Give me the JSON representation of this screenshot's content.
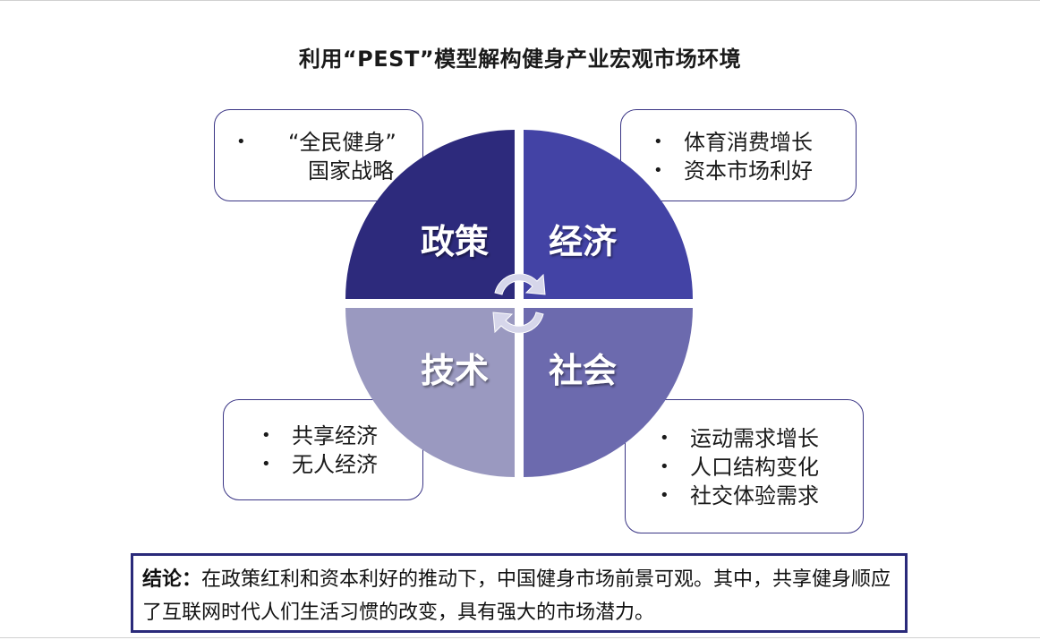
{
  "title": "利用“PEST”模型解构健身产业宏观市场环境",
  "quadrants": {
    "policy": {
      "label": "政策",
      "color": "#2d2a7c"
    },
    "economy": {
      "label": "经济",
      "color": "#4343a5"
    },
    "technology": {
      "label": "技术",
      "color": "#9a99c0"
    },
    "society": {
      "label": "社会",
      "color": "#6c6aae"
    }
  },
  "notes": {
    "policy": {
      "line1": "“全民健身”",
      "line2": "国家战略"
    },
    "economy": [
      "体育消费增长",
      "资本市场利好"
    ],
    "technology": [
      "共享经济",
      "无人经济"
    ],
    "society": [
      "运动需求增长",
      "人口结构变化",
      "社交体验需求"
    ]
  },
  "bullet": "•",
  "conclusion": {
    "label": "结论：",
    "text": "在政策红利和资本利好的推动下，中国健身市场前景可观。其中，共享健身顺应了互联网时代人们生活习惯的改变，具有强大的市场潜力。"
  }
}
